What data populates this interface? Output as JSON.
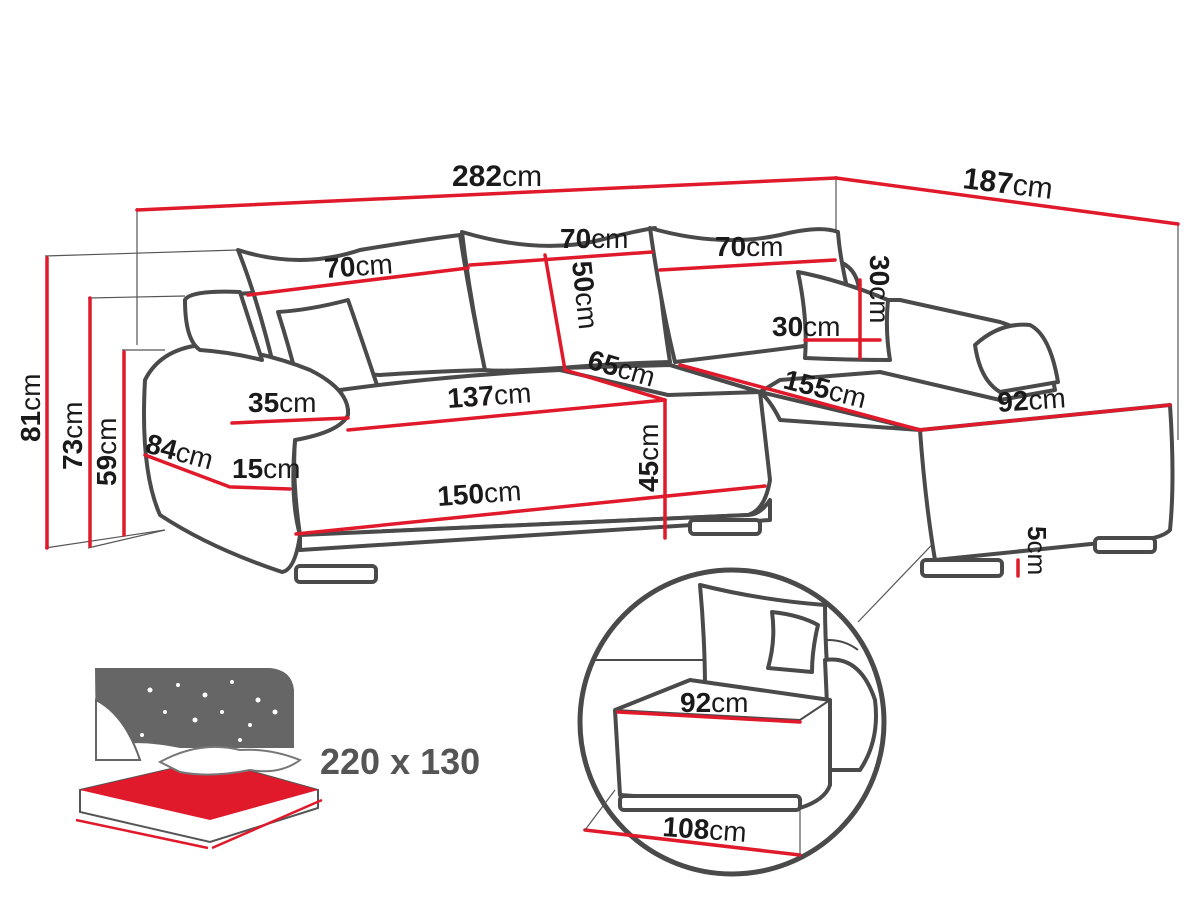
{
  "dimensions": {
    "total_width": {
      "value": "282",
      "unit": "cm"
    },
    "chaise_depth": {
      "value": "187",
      "unit": "cm"
    },
    "pillow_left": {
      "value": "70",
      "unit": "cm"
    },
    "pillow_mid": {
      "value": "70",
      "unit": "cm"
    },
    "pillow_right": {
      "value": "70",
      "unit": "cm"
    },
    "back_height": {
      "value": "50",
      "unit": "cm"
    },
    "small_pillow_h": {
      "value": "30",
      "unit": "cm"
    },
    "small_pillow_w": {
      "value": "30",
      "unit": "cm"
    },
    "seat_depth": {
      "value": "65",
      "unit": "cm"
    },
    "armrest_width": {
      "value": "35",
      "unit": "cm"
    },
    "seat_width": {
      "value": "137",
      "unit": "cm"
    },
    "chaise_length": {
      "value": "155",
      "unit": "cm"
    },
    "chaise_width": {
      "value": "92",
      "unit": "cm"
    },
    "armrest_depth": {
      "value": "84",
      "unit": "cm"
    },
    "armrest_side": {
      "value": "15",
      "unit": "cm"
    },
    "seat_height": {
      "value": "45",
      "unit": "cm"
    },
    "base_width": {
      "value": "150",
      "unit": "cm"
    },
    "leg_height": {
      "value": "5",
      "unit": "cm"
    },
    "height_total": {
      "value": "81",
      "unit": "cm"
    },
    "height_arm": {
      "value": "73",
      "unit": "cm"
    },
    "height_seat": {
      "value": "59",
      "unit": "cm"
    },
    "detail_top": {
      "value": "92",
      "unit": "cm"
    },
    "detail_bottom": {
      "value": "108",
      "unit": "cm"
    }
  },
  "sleeping_area": "220 x 130",
  "colors": {
    "outline": "#4a4a4a",
    "measure": "#e0192b",
    "bed_red": "#e0192b",
    "bed_grey": "#666666"
  },
  "icons": [
    "corner-sofa-drawing",
    "bed-icon",
    "magnifier-detail"
  ]
}
